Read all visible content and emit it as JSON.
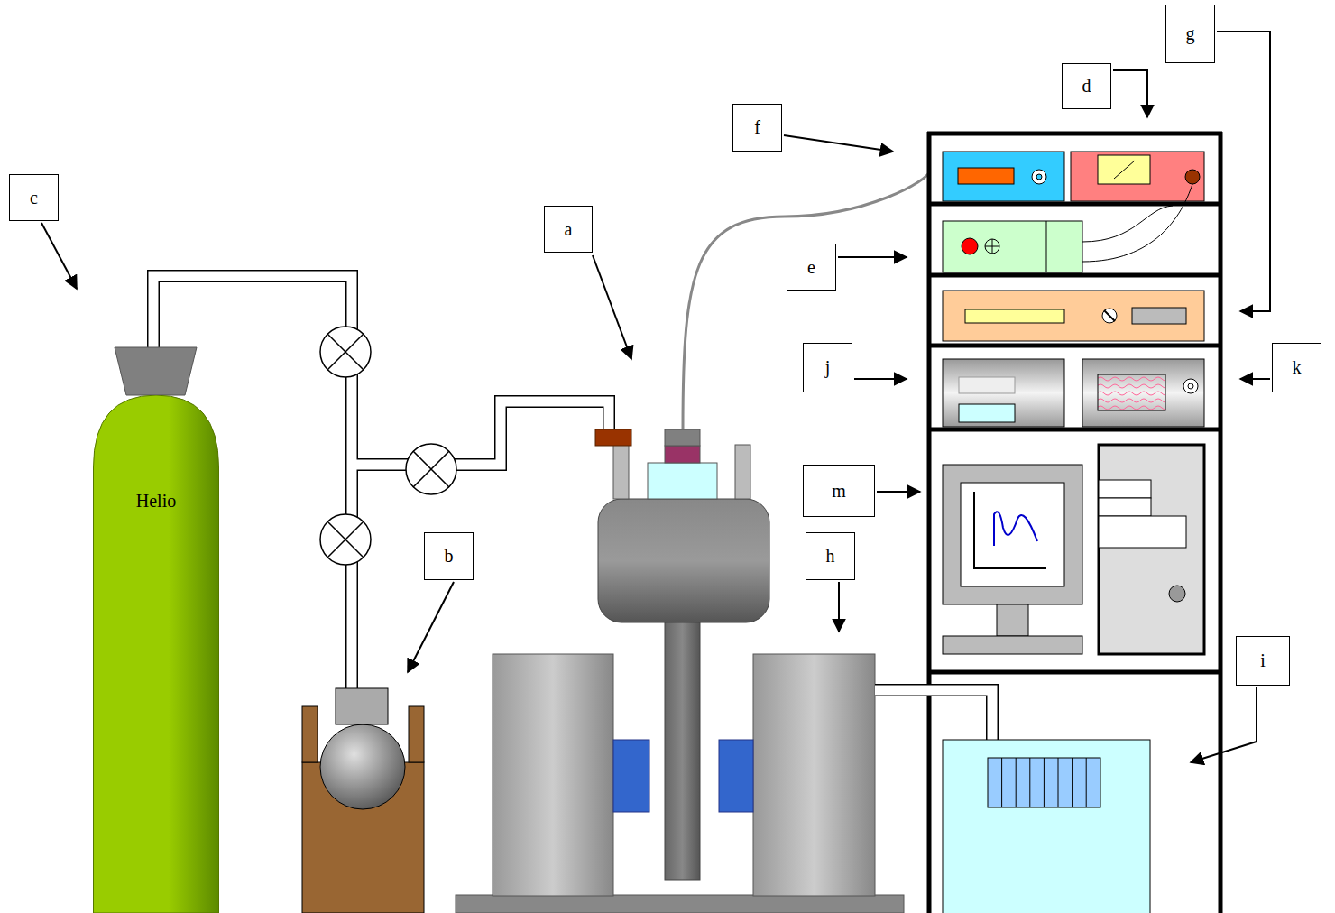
{
  "diagram": {
    "nodes": [
      {
        "text": [
          "g"
        ]
      },
      {
        "text": [
          "d"
        ]
      },
      {
        "text": [
          "f"
        ]
      },
      {
        "text": [
          "c"
        ]
      },
      {
        "text": [
          "a"
        ]
      },
      {
        "text": [
          "e"
        ]
      },
      {
        "text": [
          "j"
        ]
      },
      {
        "text": [
          "k"
        ]
      },
      {
        "text": [
          "m"
        ]
      },
      {
        "text": [
          "b"
        ]
      },
      {
        "text": [
          "h"
        ]
      },
      {
        "text": [
          "i"
        ]
      },
      {
        "text": [
          "Helio"
        ]
      }
    ]
  }
}
